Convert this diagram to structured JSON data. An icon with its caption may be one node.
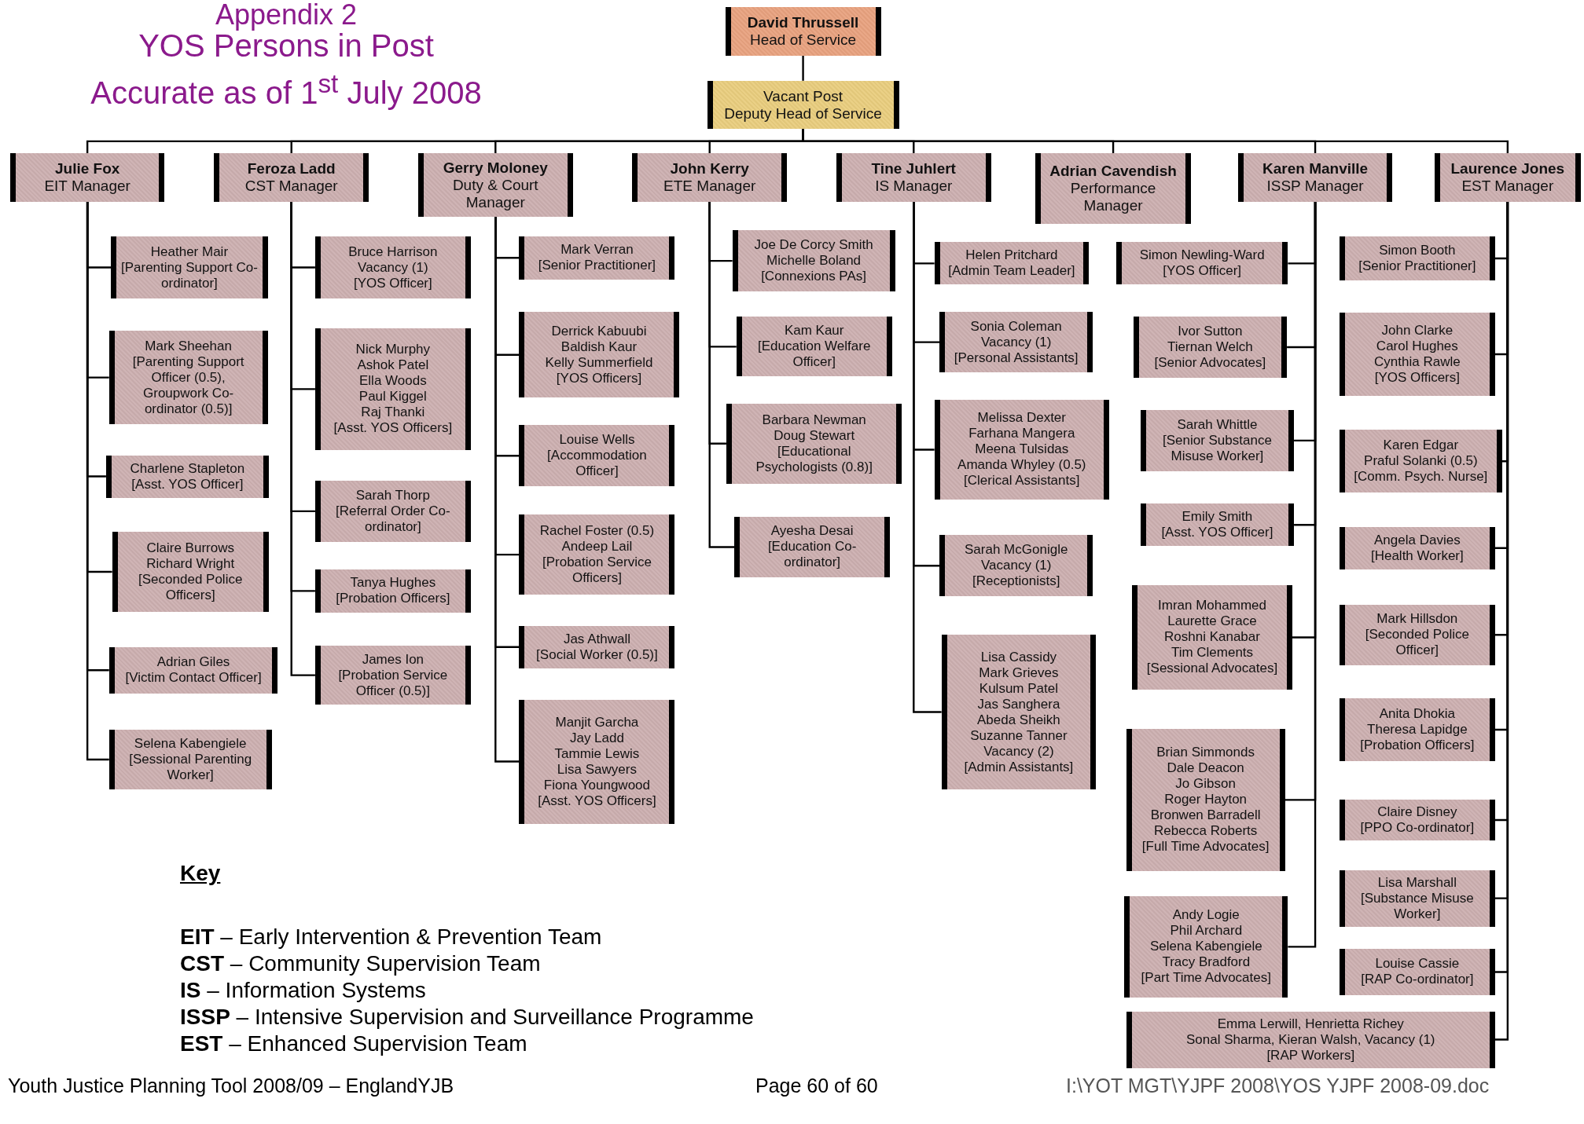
{
  "diagram": {
    "title": "YOS Persons in Post",
    "nodes": [
      {
        "text": [
          "David Thrussell",
          "Head of Service"
        ]
      },
      {
        "text": [
          "Vacant Post",
          "Deputy Head of Service"
        ]
      },
      {
        "text": [
          "Julie Fox",
          "EIT Manager"
        ]
      },
      {
        "text": [
          "Feroza Ladd",
          "CST Manager"
        ]
      },
      {
        "text": [
          "Gerry Moloney",
          "Duty & Court Manager"
        ]
      },
      {
        "text": [
          "John Kerry",
          "ETE Manager"
        ]
      },
      {
        "text": [
          "Tine Juhlert",
          "IS Manager"
        ]
      },
      {
        "text": [
          "Adrian Cavendish",
          "Performance Manager"
        ]
      },
      {
        "text": [
          "Karen Manville",
          "ISSP Manager"
        ]
      },
      {
        "text": [
          "Laurence Jones",
          "EST Manager"
        ]
      },
      {
        "text": [
          "Heather Mair",
          "[Parenting Support Co-ordinator]"
        ]
      },
      {
        "text": [
          "Mark Sheehan",
          "[Parenting Support Officer (0.5), Groupwork Co-ordinator (0.5)]"
        ]
      },
      {
        "text": [
          "Charlene Stapleton",
          "[Asst. YOS Officer]"
        ]
      },
      {
        "text": [
          "Claire Burrows",
          "Richard Wright",
          "[Seconded Police Officers]"
        ]
      },
      {
        "text": [
          "Adrian Giles",
          "[Victim Contact Officer]"
        ]
      },
      {
        "text": [
          "Selena Kabengiele",
          "[Sessional Parenting Worker]"
        ]
      },
      {
        "text": [
          "Bruce Harrison",
          "Vacancy (1)",
          "[YOS Officer]"
        ]
      },
      {
        "text": [
          "Nick Murphy",
          "Ashok Patel",
          "Ella Woods",
          "Paul Kiggel",
          "Raj Thanki",
          "[Asst. YOS Officers]"
        ]
      },
      {
        "text": [
          "Sarah Thorp",
          "[Referral Order Co-ordinator]"
        ]
      },
      {
        "text": [
          "Tanya Hughes",
          "[Probation Officers]"
        ]
      },
      {
        "text": [
          "James Ion",
          "[Probation Service Officer (0.5)]"
        ]
      },
      {
        "text": [
          "Mark Verran",
          "[Senior Practitioner]"
        ]
      },
      {
        "text": [
          "Derrick Kabuubi",
          "Baldish Kaur",
          "Kelly Summerfield",
          "[YOS Officers]"
        ]
      },
      {
        "text": [
          "Louise Wells",
          "[Accommodation Officer]"
        ]
      },
      {
        "text": [
          "Rachel Foster (0.5)",
          "Andeep Lail",
          "[Probation Service Officers]"
        ]
      },
      {
        "text": [
          "Jas Athwall",
          "[Social Worker (0.5)]"
        ]
      },
      {
        "text": [
          "Manjit Garcha",
          "Jay Ladd",
          "Tammie Lewis",
          "Lisa Sawyers",
          "Fiona Youngwood",
          "[Asst. YOS Officers]"
        ]
      },
      {
        "text": [
          "Joe De Corcy Smith",
          "Michelle Boland",
          "[Connexions PAs]"
        ]
      },
      {
        "text": [
          "Kam Kaur",
          "[Education Welfare Officer]"
        ]
      },
      {
        "text": [
          "Barbara Newman",
          "Doug Stewart",
          "[Educational Psychologists (0.8)]"
        ]
      },
      {
        "text": [
          "Ayesha Desai",
          "[Education Co-ordinator]"
        ]
      },
      {
        "text": [
          "Helen Pritchard",
          "[Admin Team Leader]"
        ]
      },
      {
        "text": [
          "Sonia Coleman",
          "Vacancy (1)",
          "[Personal Assistants]"
        ]
      },
      {
        "text": [
          "Melissa Dexter",
          "Farhana Mangera",
          "Meena Tulsidas",
          "Amanda Whyley (0.5)",
          "[Clerical Assistants]"
        ]
      },
      {
        "text": [
          "Sarah McGonigle",
          "Vacancy (1)",
          "[Receptionists]"
        ]
      },
      {
        "text": [
          "Lisa Cassidy",
          "Mark Grieves",
          "Kulsum Patel",
          "Jas Sanghera",
          "Abeda Sheikh",
          "Suzanne Tanner",
          "Vacancy (2)",
          "[Admin Assistants]"
        ]
      },
      {
        "text": [
          "Simon Newling-Ward",
          "[YOS Officer]"
        ]
      },
      {
        "text": [
          "Ivor Sutton",
          "Tiernan Welch",
          "[Senior Advocates]"
        ]
      },
      {
        "text": [
          "Sarah Whittle",
          "[Senior Substance Misuse Worker]"
        ]
      },
      {
        "text": [
          "Emily Smith",
          "[Asst. YOS Officer]"
        ]
      },
      {
        "text": [
          "Imran Mohammed",
          "Laurette Grace",
          "Roshni Kanabar",
          "Tim Clements",
          "[Sessional Advocates]"
        ]
      },
      {
        "text": [
          "Brian Simmonds",
          "Dale Deacon",
          "Jo Gibson",
          "Roger Hayton",
          "Bronwen Barradell",
          "Rebecca Roberts",
          "[Full Time Advocates]"
        ]
      },
      {
        "text": [
          "Andy Logie",
          "Phil Archard",
          "Selena Kabengiele",
          "Tracy Bradford",
          "[Part Time Advocates]"
        ]
      },
      {
        "text": [
          "Simon Booth",
          "[Senior Practitioner]"
        ]
      },
      {
        "text": [
          "John Clarke",
          "Carol Hughes",
          "Cynthia Rawle",
          "[YOS Officers]"
        ]
      },
      {
        "text": [
          "Karen Edgar",
          "Praful Solanki (0.5)",
          "[Comm. Psych. Nurse]"
        ]
      },
      {
        "text": [
          "Angela Davies",
          "[Health Worker]"
        ]
      },
      {
        "text": [
          "Mark Hillsdon",
          "[Seconded Police Officer]"
        ]
      },
      {
        "text": [
          "Anita Dhokia",
          "Theresa Lapidge",
          "[Probation Officers]"
        ]
      },
      {
        "text": [
          "Claire Disney",
          "[PPO Co-ordinator]"
        ]
      },
      {
        "text": [
          "Lisa Marshall",
          "[Substance Misuse Worker]"
        ]
      },
      {
        "text": [
          "Louise Cassie",
          "[RAP Co-ordinator]"
        ]
      },
      {
        "text": [
          "Emma Lerwill, Henrietta Richey",
          "Sonal Sharma, Kieran Walsh, Vacancy (1)",
          "[RAP Workers]"
        ]
      }
    ],
    "edges": [
      {
        "from": 0,
        "to": 1,
        "arrow": "none"
      },
      {
        "from": 1,
        "to": 2,
        "arrow": "none"
      },
      {
        "from": 1,
        "to": 3,
        "arrow": "none"
      },
      {
        "from": 1,
        "to": 4,
        "arrow": "none"
      },
      {
        "from": 1,
        "to": 5,
        "arrow": "none"
      },
      {
        "from": 1,
        "to": 6,
        "arrow": "none"
      },
      {
        "from": 1,
        "to": 7,
        "arrow": "none"
      },
      {
        "from": 1,
        "to": 8,
        "arrow": "none"
      },
      {
        "from": 1,
        "to": 9,
        "arrow": "none"
      },
      {
        "from": 2,
        "to": 10,
        "arrow": "none"
      },
      {
        "from": 2,
        "to": 11,
        "arrow": "none"
      },
      {
        "from": 2,
        "to": 12,
        "arrow": "none"
      },
      {
        "from": 2,
        "to": 13,
        "arrow": "none"
      },
      {
        "from": 2,
        "to": 14,
        "arrow": "none"
      },
      {
        "from": 2,
        "to": 15,
        "arrow": "none"
      },
      {
        "from": 3,
        "to": 16,
        "arrow": "none"
      },
      {
        "from": 3,
        "to": 17,
        "arrow": "none"
      },
      {
        "from": 3,
        "to": 18,
        "arrow": "none"
      },
      {
        "from": 3,
        "to": 19,
        "arrow": "none"
      },
      {
        "from": 3,
        "to": 20,
        "arrow": "none"
      },
      {
        "from": 4,
        "to": 21,
        "arrow": "none"
      },
      {
        "from": 4,
        "to": 22,
        "arrow": "none"
      },
      {
        "from": 4,
        "to": 23,
        "arrow": "none"
      },
      {
        "from": 4,
        "to": 24,
        "arrow": "none"
      },
      {
        "from": 4,
        "to": 25,
        "arrow": "none"
      },
      {
        "from": 4,
        "to": 26,
        "arrow": "none"
      },
      {
        "from": 5,
        "to": 27,
        "arrow": "none"
      },
      {
        "from": 5,
        "to": 28,
        "arrow": "none"
      },
      {
        "from": 5,
        "to": 29,
        "arrow": "none"
      },
      {
        "from": 5,
        "to": 30,
        "arrow": "none"
      },
      {
        "from": 6,
        "to": 31,
        "arrow": "none"
      },
      {
        "from": 6,
        "to": 32,
        "arrow": "none"
      },
      {
        "from": 6,
        "to": 33,
        "arrow": "none"
      },
      {
        "from": 6,
        "to": 34,
        "arrow": "none"
      },
      {
        "from": 6,
        "to": 35,
        "arrow": "none"
      },
      {
        "from": 8,
        "to": 36,
        "arrow": "none"
      },
      {
        "from": 8,
        "to": 37,
        "arrow": "none"
      },
      {
        "from": 8,
        "to": 38,
        "arrow": "none"
      },
      {
        "from": 8,
        "to": 39,
        "arrow": "none"
      },
      {
        "from": 8,
        "to": 40,
        "arrow": "none"
      },
      {
        "from": 8,
        "to": 41,
        "arrow": "none"
      },
      {
        "from": 8,
        "to": 42,
        "arrow": "none"
      },
      {
        "from": 9,
        "to": 43,
        "arrow": "none"
      },
      {
        "from": 9,
        "to": 44,
        "arrow": "none"
      },
      {
        "from": 9,
        "to": 45,
        "arrow": "none"
      },
      {
        "from": 9,
        "to": 46,
        "arrow": "none"
      },
      {
        "from": 9,
        "to": 47,
        "arrow": "none"
      },
      {
        "from": 9,
        "to": 48,
        "arrow": "none"
      },
      {
        "from": 9,
        "to": 49,
        "arrow": "none"
      },
      {
        "from": 9,
        "to": 50,
        "arrow": "none"
      },
      {
        "from": 9,
        "to": 51,
        "arrow": "none"
      },
      {
        "from": 9,
        "to": 52,
        "arrow": "none"
      }
    ],
    "labels": [
      "Appendix 2",
      "Accurate as of 1$^{st}$ July 2008",
      "Key",
      "**EIT** – Early Intervention & Prevention Team",
      "**CST** – Community Supervision Team",
      "**IS** – Information Systems",
      "**ISSP** – Intensive Supervision and Surveillance Programme",
      "**EST** – Enhanced Supervision Team",
      "Youth Justice Planning Tool 2008/09 – EnglandYJB",
      "Page 60 of 60",
      "I:\\YOT MGT\\YJPF 2008\\YOS YJPF 2008-09.doc"
    ]
  }
}
